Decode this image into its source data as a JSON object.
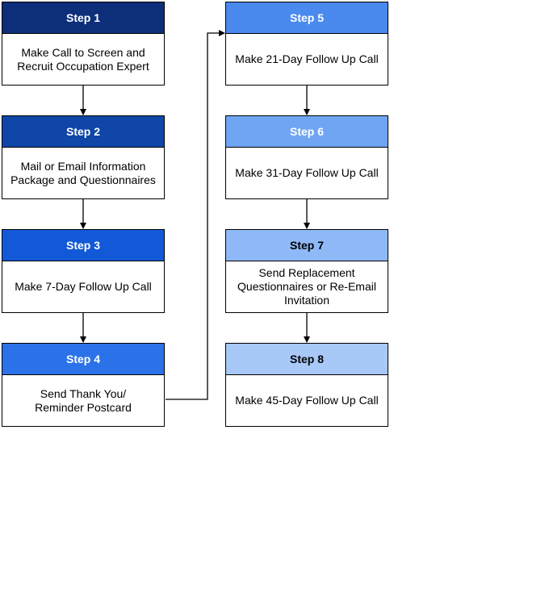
{
  "steps": [
    {
      "label": "Step 1",
      "text": "Make Call to Screen and\nRecruit Occupation Expert",
      "header_color": "#0d2f7a",
      "header_text_color": "#ffffff"
    },
    {
      "label": "Step 2",
      "text": "Mail or Email Information\nPackage and Questionnaires",
      "header_color": "#0f46a8",
      "header_text_color": "#ffffff"
    },
    {
      "label": "Step 3",
      "text": "Make 7-Day Follow Up Call",
      "header_color": "#1259d8",
      "header_text_color": "#ffffff"
    },
    {
      "label": "Step 4",
      "text": "Send Thank You/\nReminder Postcard",
      "header_color": "#2b72e8",
      "header_text_color": "#ffffff"
    },
    {
      "label": "Step 5",
      "text": "Make 21-Day Follow Up Call",
      "header_color": "#4a8aef",
      "header_text_color": "#ffffff"
    },
    {
      "label": "Step 6",
      "text": "Make 31-Day Follow Up Call",
      "header_color": "#70a5f3",
      "header_text_color": "#ffffff"
    },
    {
      "label": "Step 7",
      "text": "Send Replacement\nQuestionnaires or Re-Email\nInvitation",
      "header_color": "#8fb9f6",
      "header_text_color": "#000000"
    },
    {
      "label": "Step 8",
      "text": "Make 45-Day Follow Up Call",
      "header_color": "#a8c8f8",
      "header_text_color": "#000000"
    }
  ]
}
